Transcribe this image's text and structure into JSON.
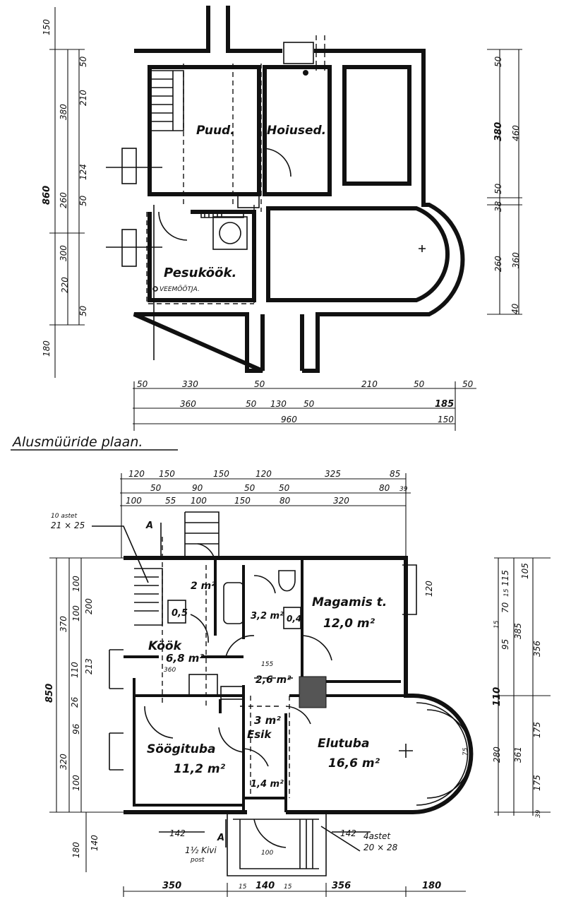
{
  "basement": {
    "title": "Alusmüüride plaan.",
    "rooms": {
      "puud": "Puud.",
      "hoiused": "Hoiused.",
      "pesukook": "Pesuköök.",
      "veemootja": "VEEMÕÕTJA."
    },
    "dims_left_outer": {
      "top": "150",
      "total": "860",
      "bottom": "180"
    },
    "dims_left_mid": {
      "upper": "380",
      "middle": "260",
      "lower": "300"
    },
    "dims_left_inner": [
      "50",
      "210",
      "124",
      "50",
      "220",
      "50"
    ],
    "dims_right_inner": [
      "50",
      "380",
      "50",
      "38",
      "260",
      "40"
    ],
    "dims_right_outer": [
      "460",
      "360"
    ],
    "dims_bottom_row1": [
      "50",
      "330",
      "50",
      "210",
      "50",
      "50"
    ],
    "dims_bottom_row2": [
      "360",
      "50",
      "130",
      "50",
      "185"
    ],
    "dims_bottom_row3": [
      "960",
      "150"
    ]
  },
  "ground": {
    "rooms": {
      "magamis": "Magamis t.",
      "magamis_area": "12,0 m²",
      "kook": "Köök",
      "kook_area": "6,8 m²",
      "sooogituba": "Söögituba",
      "sooogituba_area": "11,2 m²",
      "elutuba": "Elutuba",
      "elutuba_area": "16,6 m²",
      "esik": "Esik",
      "esik_area": "3 m²",
      "wc_area": "3,2 m²",
      "pantry_area": "2 m²",
      "closet_area": "2,6 m²",
      "small1": "0,5",
      "small2": "0,4",
      "vestibule_area": "1,4 m²"
    },
    "notes": {
      "steps_top_line1": "10 astet",
      "steps_top_line2": "21 × 25",
      "steps_bottom_line1": "4astet",
      "steps_bottom_line2": "20 × 28",
      "post_line1": "1½ Kivi",
      "post_line2": "post",
      "section_a": "A",
      "num_360": "360",
      "num_155": "155",
      "num_120": "120",
      "num_142a": "142",
      "num_142b": "142",
      "num_100": "100",
      "num_75": "75"
    },
    "dims_top_row1": [
      "120",
      "150",
      "150",
      "120",
      "325",
      "85"
    ],
    "dims_top_row2": [
      "50",
      "90",
      "50",
      "50",
      "80",
      "39"
    ],
    "dims_top_row3": [
      "100",
      "55",
      "100",
      "150",
      "80",
      "320"
    ],
    "dims_left_outer": "850",
    "dims_left_mid": [
      "370",
      "110",
      "26",
      "320"
    ],
    "dims_left_inner": [
      "100",
      "100",
      "200",
      "213",
      "96",
      "100"
    ],
    "dims_left_bottom": [
      "180",
      "140"
    ],
    "dims_right_a": [
      "95",
      "15",
      "70",
      "15",
      "115"
    ],
    "dims_right_b": [
      "105",
      "385",
      "110",
      "175",
      "280",
      "361",
      "175",
      "39"
    ],
    "dims_right_c": [
      "356"
    ],
    "dims_bottom": [
      "350",
      "15",
      "140",
      "15",
      "356",
      "180"
    ]
  }
}
